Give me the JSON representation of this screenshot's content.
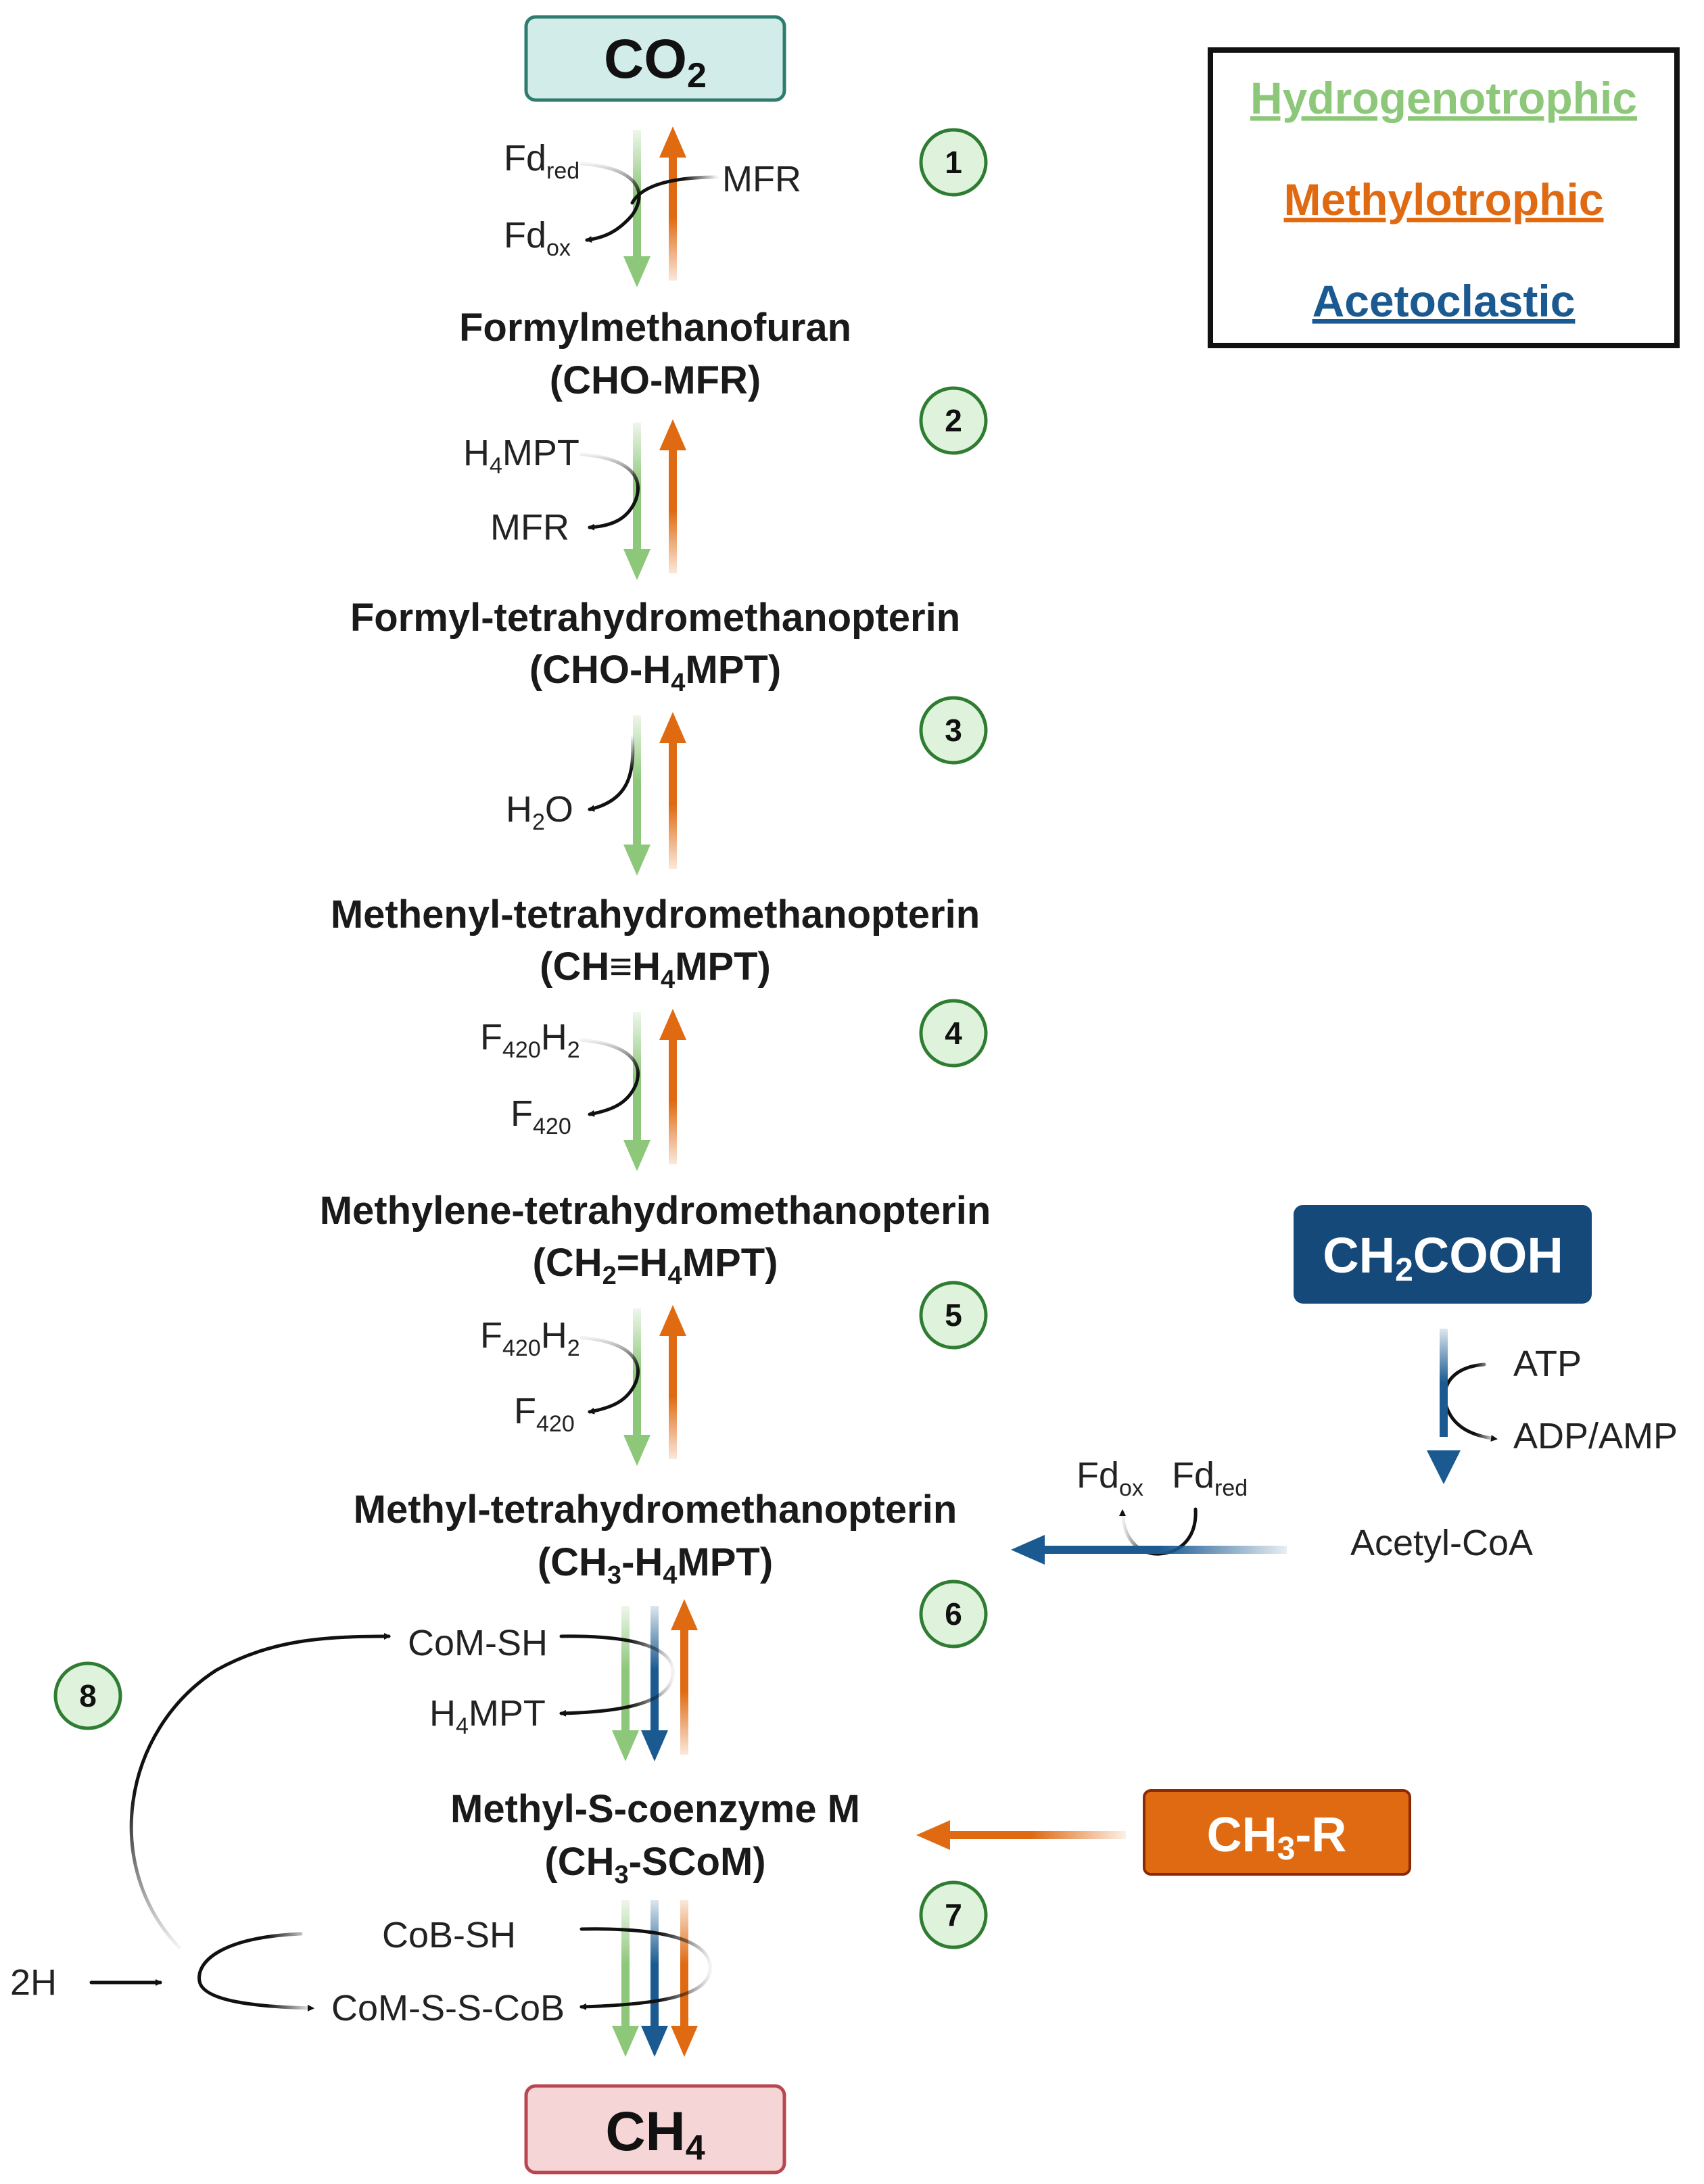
{
  "colors": {
    "hydrogenotrophic": "#8dc779",
    "methylotrophic": "#e06a12",
    "acetoclastic": "#1a5a91",
    "co2_fill": "#d2ece9",
    "co2_border": "#2d7c6f",
    "ch4_fill": "#f6d5d7",
    "ch4_border": "#b8474f",
    "ch2cooh_fill": "#15497a",
    "ch3r_fill": "#e06a12",
    "step_fill": "#dff2dc",
    "step_border": "#2e7d32"
  },
  "legend": {
    "hydrogenotrophic": "Hydrogenotrophic",
    "methylotrophic": "Methylotrophic",
    "acetoclastic": "Acetoclastic"
  },
  "boxes": {
    "co2": {
      "main": "CO",
      "sub": "2"
    },
    "ch4": {
      "main": "CH",
      "sub": "4"
    },
    "ch2cooh": {
      "a": "CH",
      "sub": "2",
      "b": "COOH"
    },
    "ch3r": {
      "a": "CH",
      "sub": "3",
      "b": "-R"
    }
  },
  "compounds": {
    "formylmethanofuran": {
      "name": "Formylmethanofuran",
      "abbr": "(CHO-MFR)"
    },
    "formyl_h4mpt": {
      "name": "Formyl-tetrahydromethanopterin",
      "abbr_a": "(CHO-H",
      "abbr_sub": "4",
      "abbr_b": "MPT)"
    },
    "methenyl_h4mpt": {
      "name": "Methenyl-tetrahydromethanopterin",
      "abbr_a": "(CH≡H",
      "abbr_sub": "4",
      "abbr_b": "MPT)"
    },
    "methylene_h4mpt": {
      "name": "Methylene-tetrahydromethanopterin",
      "abbr_a": "(CH",
      "abbr_sub1": "2",
      "abbr_b": "=H",
      "abbr_sub2": "4",
      "abbr_c": "MPT)"
    },
    "methyl_h4mpt": {
      "name": "Methyl-tetrahydromethanopterin",
      "abbr_a": "(CH",
      "abbr_sub1": "3",
      "abbr_b": "-H",
      "abbr_sub2": "4",
      "abbr_c": "MPT)"
    },
    "methyl_scom": {
      "name": "Methyl-S-coenzyme M",
      "abbr_a": "(CH",
      "abbr_sub": "3",
      "abbr_b": "-SCoM)"
    }
  },
  "steps": [
    "1",
    "2",
    "3",
    "4",
    "5",
    "6",
    "7",
    "8"
  ],
  "cofactors": {
    "s1_in": {
      "a": "Fd",
      "sub": "red"
    },
    "s1_out": {
      "a": "Fd",
      "sub": "ox"
    },
    "s1_side": "MFR",
    "s2_in": {
      "a": "H",
      "sub": "4",
      "b": "MPT"
    },
    "s2_out": "MFR",
    "s3_out": {
      "a": "H",
      "sub": "2",
      "b": "O"
    },
    "s4_in": {
      "a": "F",
      "sub1": "420",
      "b": "H",
      "sub2": "2"
    },
    "s4_out": {
      "a": "F",
      "sub": "420"
    },
    "s5_in": {
      "a": "F",
      "sub1": "420",
      "b": "H",
      "sub2": "2"
    },
    "s5_out": {
      "a": "F",
      "sub": "420"
    },
    "acet_in": "ATP",
    "acet_out": "ADP/AMP",
    "acetyl_coa": "Acetyl-CoA",
    "acet_fd_ox": {
      "a": "Fd",
      "sub": "ox"
    },
    "acet_fd_red": {
      "a": "Fd",
      "sub": "red"
    },
    "s6_in": "CoM-SH",
    "s6_out": {
      "a": "H",
      "sub": "4",
      "b": "MPT"
    },
    "s7_in": "CoB-SH",
    "s7_out": "CoM-S-S-CoB",
    "two_h": "2H"
  }
}
